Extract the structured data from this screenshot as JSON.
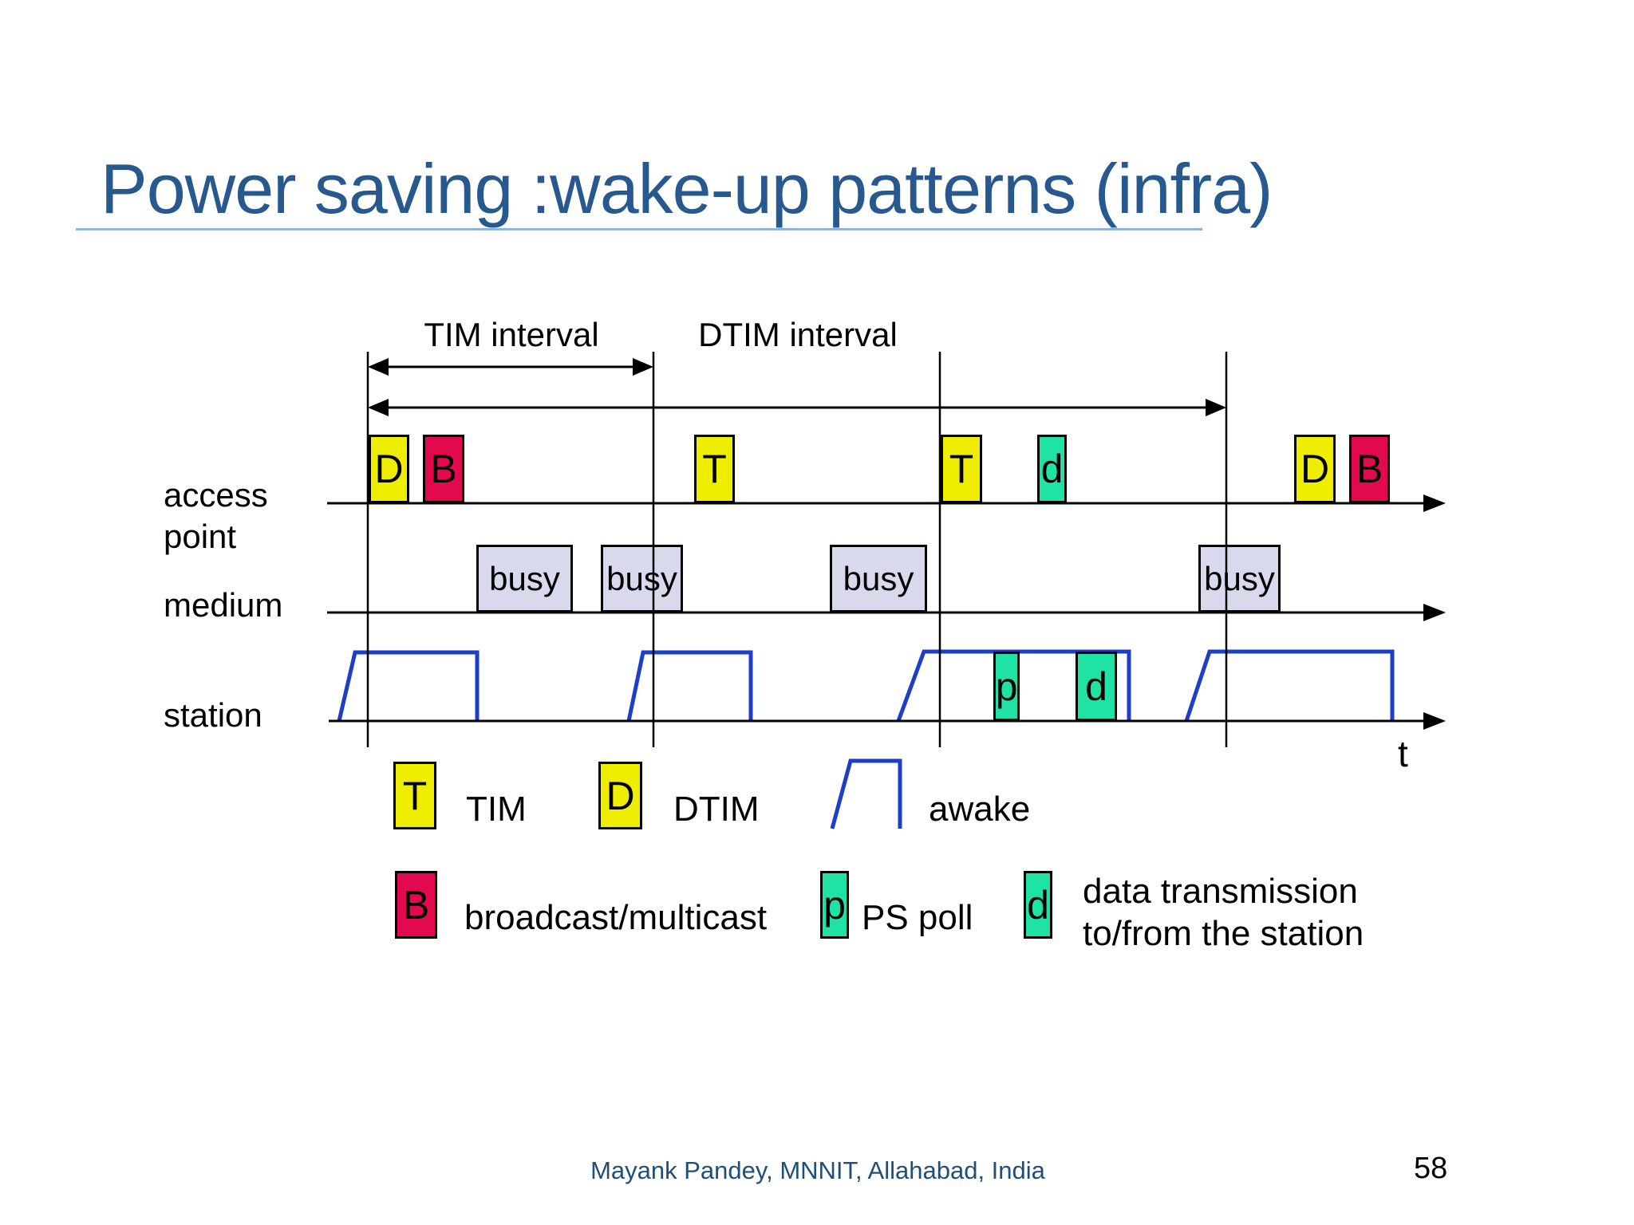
{
  "slide": {
    "title": "Power saving :wake-up patterns (infra)",
    "footer_credit": "Mayank Pandey, MNNIT, Allahabad, India",
    "page_number": "58"
  },
  "diagram": {
    "interval_labels": {
      "tim": "TIM interval",
      "dtim": "DTIM interval"
    },
    "row_labels": {
      "access_point": {
        "line1": "access",
        "line2": "point"
      },
      "medium": "medium",
      "station": "station"
    },
    "time_axis_label": "t",
    "access_point_frames": [
      {
        "letter": "D",
        "type": "dtim-beacon"
      },
      {
        "letter": "B",
        "type": "broadcast"
      },
      {
        "letter": "T",
        "type": "tim-beacon"
      },
      {
        "letter": "T",
        "type": "tim-beacon"
      },
      {
        "letter": "d",
        "type": "data"
      },
      {
        "letter": "D",
        "type": "dtim-beacon"
      },
      {
        "letter": "B",
        "type": "broadcast"
      }
    ],
    "medium_busy_labels": [
      "busy",
      "busy",
      "busy",
      "busy"
    ],
    "station_frames": [
      {
        "letter": "p",
        "type": "ps-poll"
      },
      {
        "letter": "d",
        "type": "data"
      }
    ]
  },
  "legend": {
    "tim": {
      "symbol": "T",
      "label": "TIM"
    },
    "dtim": {
      "symbol": "D",
      "label": "DTIM"
    },
    "awake": {
      "label": "awake"
    },
    "broadcast": {
      "symbol": "B",
      "label": "broadcast/multicast"
    },
    "ps_poll": {
      "symbol": "p",
      "label": "PS poll"
    },
    "data": {
      "symbol": "d",
      "label_line1": "data transmission",
      "label_line2": "to/from the station"
    }
  },
  "colors": {
    "title_blue": "#27598F",
    "underline_blue": "#8FB4DC",
    "tim_yellow": "#F0EE00",
    "broadcast_crimson": "#E2094F",
    "data_green": "#1FE3A5",
    "busy_lavender": "#D9D9ED",
    "awake_waveform_blue": "#1C3EC8",
    "footer_blue": "#1F4E79",
    "line_black": "#000000"
  }
}
